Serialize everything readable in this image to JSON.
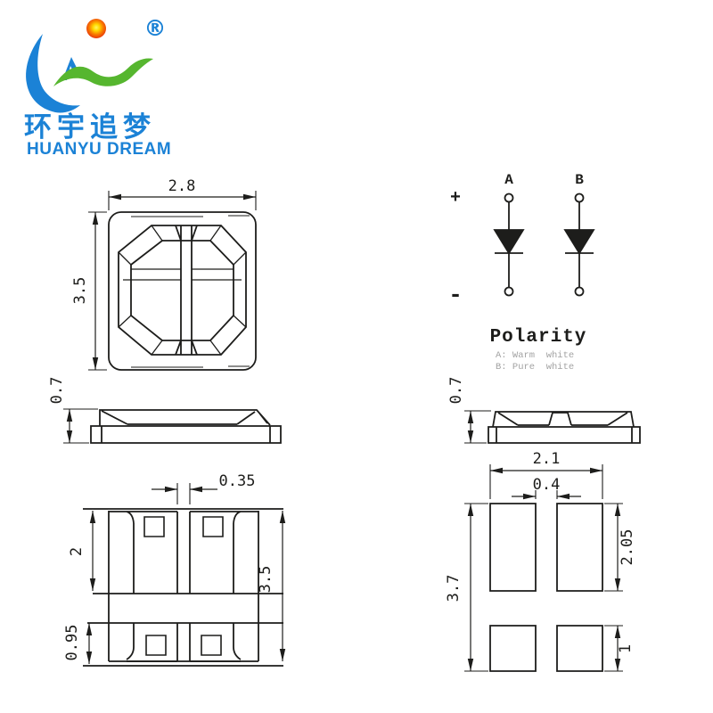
{
  "page": {
    "background": "#ffffff",
    "line_color": "#1d1d1b"
  },
  "logo": {
    "registered": "®",
    "chinese": "环宇追梦",
    "english": "HUANYU DREAM",
    "colors": {
      "blue": "#1b82d6",
      "green": "#56b62f",
      "sun_center": "#ffe64d",
      "sun_edge": "#e8380b"
    }
  },
  "top_view": {
    "width": "2.8",
    "height": "3.5"
  },
  "side_view_left": {
    "thickness": "0.7"
  },
  "side_view_right": {
    "thickness": "0.7"
  },
  "bottom_view": {
    "pad_gap": "0.35",
    "top_pad_height": "2",
    "bottom_pad_height": "0.95",
    "package_height": "3.5"
  },
  "solder_pattern": {
    "width": "2.1",
    "pad_gap": "0.4",
    "total_height": "3.7",
    "top_pad_height": "2.05",
    "bottom_pad_height": "1"
  },
  "polarity": {
    "title": "Polarity",
    "terminal_plus": "+",
    "terminal_minus": "-",
    "diode_a": "A",
    "diode_b": "B",
    "note_a": "A: Warm  white",
    "note_b": "B: Pure  white"
  }
}
